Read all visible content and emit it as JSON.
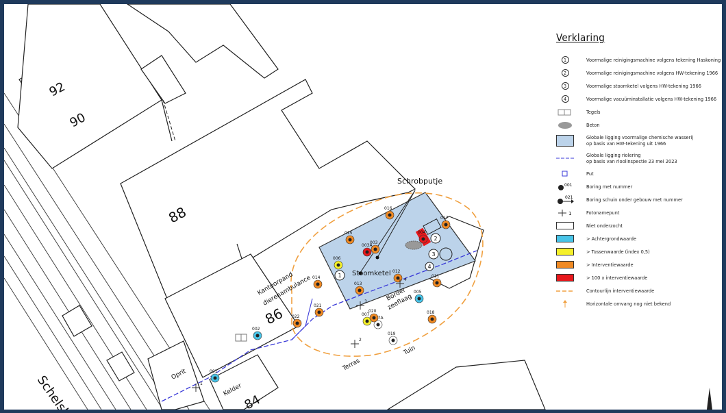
{
  "colors": {
    "frame": "#1f3a5c",
    "building_fill": "#bcd3ea",
    "achtergrond": "#48c4e8",
    "tussen": "#f5f02a",
    "interventie": "#f08a24",
    "honderd_x": "#e8181c",
    "contour": "#f0a040",
    "riolering": "#3a3ad8"
  },
  "map": {
    "house_numbers": [
      "92",
      "90",
      "88",
      "86",
      "84"
    ],
    "labels": {
      "schrobputje": "Schrobputje",
      "stoomketel": "Stoomketel",
      "kantoorpand_1": "Kantoorpand",
      "kantoorpand_2": "dierenambulance",
      "border_1": "Border",
      "border_2": "zeeflaag",
      "terras": "Terras",
      "tuin": "Tuin",
      "oprit": "Oprit",
      "kelder": "Kelder",
      "street": "Schelsb"
    },
    "former_installations": [
      "1",
      "2",
      "3",
      "4"
    ],
    "borings": [
      {
        "id": "001",
        "level": "achtergrond"
      },
      {
        "id": "002",
        "level": "achtergrond"
      },
      {
        "id": "003",
        "level": "interventie"
      },
      {
        "id": "003A",
        "level": "honderd_x"
      },
      {
        "id": "004",
        "level": "honderd_x"
      },
      {
        "id": "005",
        "level": "achtergrond"
      },
      {
        "id": "006",
        "level": "tussen"
      },
      {
        "id": "007",
        "level": "tussen"
      },
      {
        "id": "007A",
        "level": "niet_onderzocht"
      },
      {
        "id": "011",
        "level": "interventie"
      },
      {
        "id": "012",
        "level": "interventie"
      },
      {
        "id": "013",
        "level": "interventie"
      },
      {
        "id": "014",
        "level": "interventie"
      },
      {
        "id": "015",
        "level": "interventie"
      },
      {
        "id": "016",
        "level": "interventie"
      },
      {
        "id": "017",
        "level": "interventie"
      },
      {
        "id": "018",
        "level": "interventie"
      },
      {
        "id": "019",
        "level": "niet_onderzocht"
      },
      {
        "id": "020",
        "level": "interventie"
      },
      {
        "id": "021",
        "level": "interventie"
      },
      {
        "id": "022",
        "level": "interventie"
      }
    ],
    "photo_points": [
      "1",
      "2",
      "3",
      "4"
    ]
  },
  "legend": {
    "title": "Verklaring",
    "items": [
      {
        "symbol": "circle-1-icon",
        "num": "1",
        "text": "Voormalige reinigingsmachine volgens tekening Haskoning"
      },
      {
        "symbol": "circle-2-icon",
        "num": "2",
        "text": "Voormalige reinigingsmachine volgens HW-tekening 1966"
      },
      {
        "symbol": "circle-3-icon",
        "num": "3",
        "text": "Voormalige stoomketel volgens HW-tekening 1966"
      },
      {
        "symbol": "circle-4-icon",
        "num": "4",
        "text": "Voormalige vacuüminstallatie volgens HW-tekening 1966"
      },
      {
        "symbol": "tiles-icon",
        "text": "Tegels"
      },
      {
        "symbol": "concrete-icon",
        "text": "Beton"
      },
      {
        "symbol": "blue-area-icon",
        "text": "Globale ligging voormalige chemische wasserij\nop basis van HW-tekening uit 1966"
      },
      {
        "symbol": "sewer-line-icon",
        "text": "Globale ligging riolering\nop basis van rioolinspectie 23 mei 2023"
      },
      {
        "symbol": "put-icon",
        "text": "Put"
      },
      {
        "symbol": "boring-icon",
        "label": "001",
        "text": "Boring met nummer"
      },
      {
        "symbol": "slanted-boring-icon",
        "label": "021",
        "text": "Boring schuin onder gebouw met nummer"
      },
      {
        "symbol": "photo-point-icon",
        "label": "1",
        "text": "Fotonamepunt"
      },
      {
        "symbol": "white-box-icon",
        "text": "Niet onderzocht"
      },
      {
        "symbol": "cyan-box-icon",
        "text": "> Achtergrondwaarde"
      },
      {
        "symbol": "yellow-box-icon",
        "text": "> Tussenwaarde (index 0,5)"
      },
      {
        "symbol": "orange-box-icon",
        "text": "> Interventiewaarde"
      },
      {
        "symbol": "red-box-icon",
        "text": "> 100 x interventiewaarde"
      },
      {
        "symbol": "contour-line-icon",
        "text": "Contourlijn interventiewaarde"
      },
      {
        "symbol": "arrow-up-icon",
        "text": "Horizontale omvang nog niet bekend"
      }
    ]
  }
}
